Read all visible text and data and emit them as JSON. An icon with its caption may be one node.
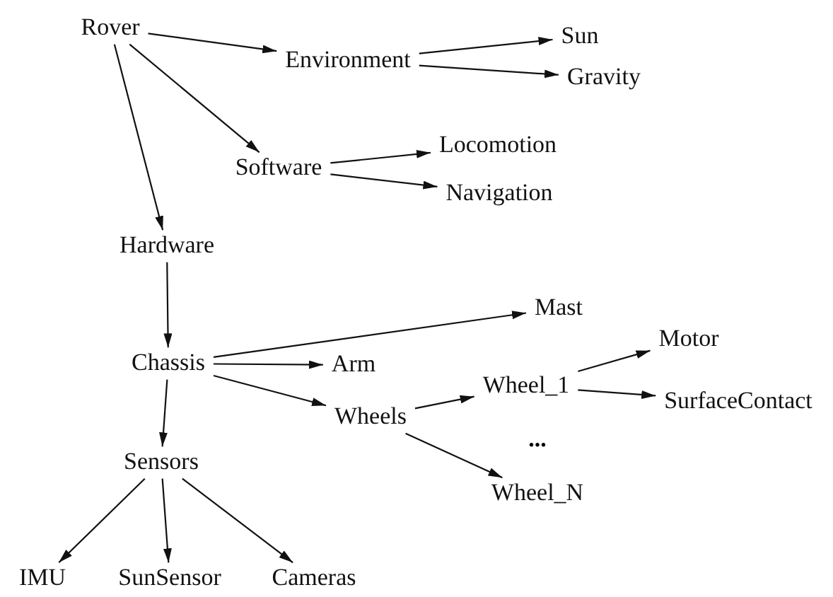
{
  "diagram": {
    "nodes": [
      {
        "text": [
          "Rover"
        ]
      },
      {
        "text": [
          "Environment"
        ]
      },
      {
        "text": [
          "Sun"
        ]
      },
      {
        "text": [
          "Gravity"
        ]
      },
      {
        "text": [
          "Software"
        ]
      },
      {
        "text": [
          "Locomotion"
        ]
      },
      {
        "text": [
          "Navigation"
        ]
      },
      {
        "text": [
          "Hardware"
        ]
      },
      {
        "text": [
          "Chassis"
        ]
      },
      {
        "text": [
          "Mast"
        ]
      },
      {
        "text": [
          "Arm"
        ]
      },
      {
        "text": [
          "Wheels"
        ]
      },
      {
        "text": [
          "Wheel_1"
        ]
      },
      {
        "text": [
          "Motor"
        ]
      },
      {
        "text": [
          "SurfaceContact"
        ]
      },
      {
        "text": [
          "Sensors"
        ]
      },
      {
        "text": [
          "Wheel_N"
        ]
      },
      {
        "text": [
          "IMU"
        ]
      },
      {
        "text": [
          "SunSensor"
        ]
      },
      {
        "text": [
          "Cameras"
        ]
      }
    ],
    "edges": [
      {
        "from": 0,
        "to": 1,
        "arrow": "to"
      },
      {
        "from": 1,
        "to": 2,
        "arrow": "to"
      },
      {
        "from": 1,
        "to": 3,
        "arrow": "to"
      },
      {
        "from": 0,
        "to": 4,
        "arrow": "to"
      },
      {
        "from": 4,
        "to": 5,
        "arrow": "to"
      },
      {
        "from": 4,
        "to": 6,
        "arrow": "to"
      },
      {
        "from": 0,
        "to": 7,
        "arrow": "to"
      },
      {
        "from": 7,
        "to": 8,
        "arrow": "to"
      },
      {
        "from": 8,
        "to": 9,
        "arrow": "to"
      },
      {
        "from": 8,
        "to": 10,
        "arrow": "to"
      },
      {
        "from": 8,
        "to": 11,
        "arrow": "to"
      },
      {
        "from": 11,
        "to": 12,
        "arrow": "to"
      },
      {
        "from": 12,
        "to": 13,
        "arrow": "to"
      },
      {
        "from": 12,
        "to": 14,
        "arrow": "to"
      },
      {
        "from": 11,
        "to": 16,
        "arrow": "to"
      },
      {
        "from": 8,
        "to": 15,
        "arrow": "to"
      },
      {
        "from": 15,
        "to": 17,
        "arrow": "to"
      },
      {
        "from": 15,
        "to": 18,
        "arrow": "to"
      },
      {
        "from": 15,
        "to": 19,
        "arrow": "to"
      }
    ],
    "labels": [
      "..."
    ]
  }
}
